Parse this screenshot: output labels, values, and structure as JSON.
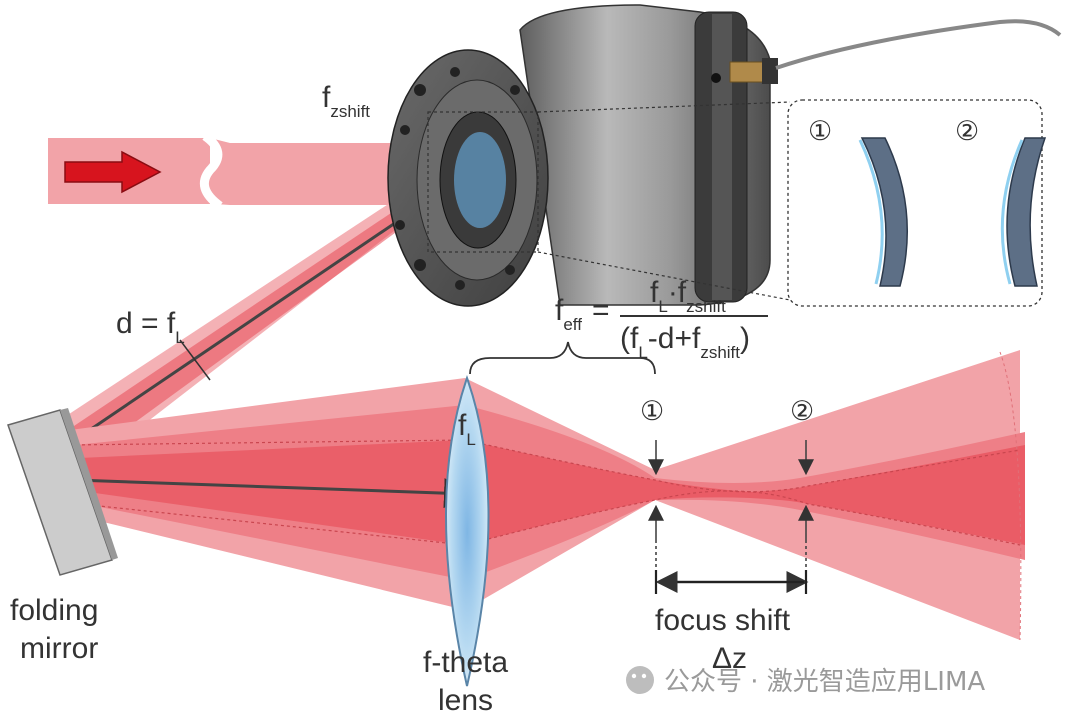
{
  "labels": {
    "f_zshift": {
      "main": "f",
      "sub": "zshift"
    },
    "d_eq": {
      "main": "d = f",
      "sub": "L"
    },
    "f_eff": {
      "main": "f",
      "sub": "eff",
      "eq": "="
    },
    "formula_num": {
      "a": "f",
      "a_sub": "L",
      "dot": "·f",
      "b_sub": "zshift"
    },
    "formula_den": {
      "open": "(f",
      "a_sub": "L",
      "mid": "-d+f",
      "b_sub": "zshift",
      "close": ")"
    },
    "lens_focal": {
      "main": "f",
      "sub": "L"
    },
    "mirror": {
      "line1": "folding",
      "line2": "mirror"
    },
    "lens": {
      "line1": "f-theta",
      "line2": "lens"
    },
    "focus_shift": {
      "line1": "focus shift",
      "line2": "Δz"
    },
    "marker_1": "①",
    "marker_2": "②",
    "inset_1": "①",
    "inset_2": "②"
  },
  "watermark": "公众号 · 激光智造应用LIMA",
  "colors": {
    "beam_light": "#f2a3a8",
    "beam_mid": "#ee7f87",
    "beam_dark": "#e84a55",
    "arrow_red": "#d7141e",
    "lens_blue": "#b6d9f1",
    "body_gray": "#8e8e8e",
    "mirror_gray": "#cccccc",
    "text": "#333333"
  }
}
